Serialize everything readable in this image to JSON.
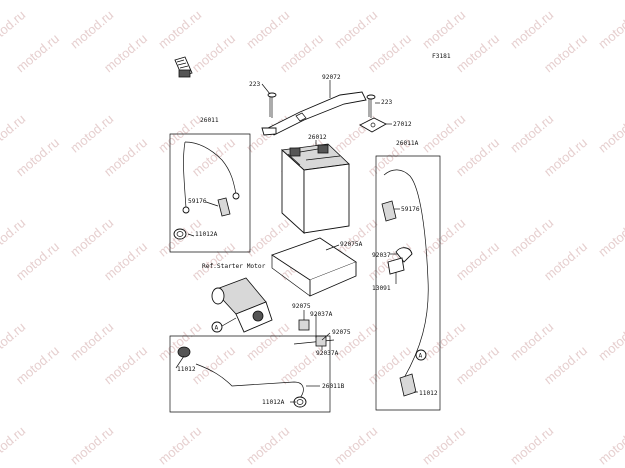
{
  "watermark": {
    "text": "motod.ru"
  },
  "figure_code": "F3181",
  "reference": "Ref.Starter Motor",
  "part_numbers": {
    "p223_top": "223",
    "p92072": "92072",
    "p223_right": "223",
    "p27012": "27012",
    "p26011": "26011",
    "p26012": "26012",
    "p26011A": "26011A",
    "p59176_left": "59176",
    "p59176_right": "59176",
    "p11012A_left": "11012A",
    "p92075A": "92075A",
    "p92037": "92037",
    "p13091": "13091",
    "p92075_left": "92075",
    "p92037A_left": "92037A",
    "p92075_right": "92075",
    "p92037A_right": "92037A",
    "p11012_left": "11012",
    "p26011B": "26011B",
    "p11012A_bottom": "11012A",
    "p11012_right": "11012"
  },
  "callouts": {
    "a1": "A",
    "a2": "A"
  }
}
